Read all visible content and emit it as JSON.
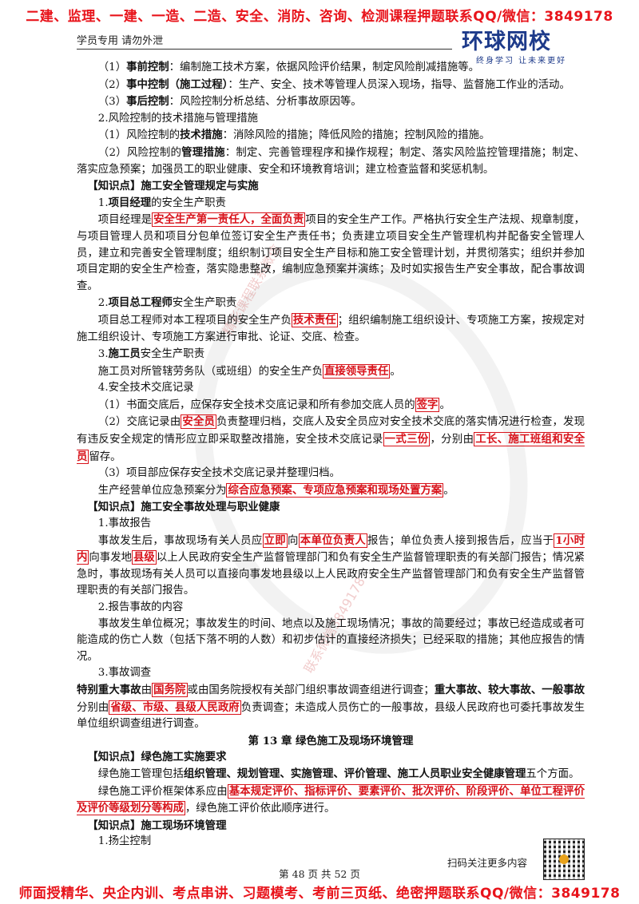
{
  "banner_top": "二建、监理、一建、一造、二造、安全、消防、咨询、检测课程押题联系QQ/微信：3849178",
  "header": {
    "left": "学员专用 请勿外泄",
    "logo_main": "环球网校",
    "logo_sub": "终身学习 让未来更好"
  },
  "watermarks": [
    "精彩课程联系微信",
    "联系微信3849178"
  ],
  "p1": {
    "a": "（1）",
    "b": "事前控制",
    "c": "：编制施工技术方案，依据风险评价结果，制定风险削减措施等。"
  },
  "p2": {
    "a": "（2）",
    "b": "事中控制（施工过程）",
    "c": "：生产、安全、技术等管理人员深入现场，指导、监督施工作业的活动。"
  },
  "p3": {
    "a": "（3）",
    "b": "事后控制",
    "c": "：风险控制分析总结、分析事故原因等。"
  },
  "p4": "2.风险控制的技术措施与管理措施",
  "p5": {
    "a": "（1）风险控制的",
    "b": "技术措施",
    "c": "：消除风险的措施；降低风险的措施；控制风险的措施。"
  },
  "p6": {
    "a": "（2）风险控制的",
    "b": "管理措施",
    "c": "：制定、完善管理程序和操作规程；制定、落实风险监控管理措施；制定、落实应急预案；加强员工的职业健康、安全和环境教育培训；建立检查监督和奖惩机制。"
  },
  "k1": "【知识点】施工安全管理规定与实施",
  "s1": {
    "a": "1.",
    "b": "项目经理",
    "c": "的安全生产职责"
  },
  "s1p": {
    "a": "项目经理是",
    "hl": "安全生产第一责任人，全面负责",
    "c": "项目的安全生产工作。严格执行安全生产法规、规章制度，与项目管理人员和项目分包单位签订安全生产责任书；负责建立项目安全生产管理机构并配备安全管理人员，建立和完善安全管理制度；组织制订项目安全生产目标和施工安全管理计划，并贯彻落实；组织并参加项目定期的安全生产检查，落实隐患整改，编制应急预案并演练；及时如实报告生产安全事故，配合事故调查。"
  },
  "s2": {
    "a": "2.",
    "b": "项目总工程师",
    "c": "安全生产职责"
  },
  "s2p": {
    "a": "项目总工程师对本工程项目的安全生产负",
    "hl": "技术责任",
    "c": "；组织编制施工组织设计、专项施工方案，按规定对施工组织设计、专项施工方案进行审批、论证、交底、检查。"
  },
  "s3": {
    "a": "3.",
    "b": "施工员",
    "c": "安全生产职责"
  },
  "s3p": {
    "a": "施工员对所管辖劳务队（或班组）的安全生产负",
    "hl": "直接领导责任",
    "c": "。"
  },
  "s4": "4.安全技术交底记录",
  "s4a": {
    "a": "（1）书面交底后，应保存安全技术交底记录和所有参加交底人员的",
    "hl": "签字",
    "c": "。"
  },
  "s4b": {
    "a": "（2）交底记录由",
    "hl1": "安全员",
    "b": "负责整理归档，交底人及安全员应对安全技术交底的落实情况进行检查，发现有违反安全规定的情形应立即采取整改措施，安全技术交底记录",
    "hl2": "一式三份",
    "c": "，分别由",
    "hl3": "工长、施工班组和安全员",
    "d": "留存。"
  },
  "s4c": "（3）项目部应保存安全技术交底记录并整理归档。",
  "s5": {
    "a": "生产经营单位应急预案分为",
    "hl": "综合应急预案、专项应急预案和现场处置方案",
    "c": "。"
  },
  "k2": "【知识点】施工安全事故处理与职业健康",
  "r1": "1.事故报告",
  "r1p": {
    "a": "事故发生后，事故现场有关人员应",
    "hl1": "立即",
    "b": "向",
    "hl2": "本单位负责人",
    "c": "报告；单位负责人接到报告后，应当于",
    "hl3": "1小时内",
    "d": "向事发地",
    "hl4": "县级",
    "e": "以上人民政府安全生产监督管理部门和负有安全生产监督管理职责的有关部门报告；情况紧急时，事故现场有关人员可以直接向事发地县级以上人民政府安全生产监督管理部门和负有安全生产监督管理职责的有关部门报告。"
  },
  "r2": "2.报告事故的内容",
  "r2p": "事故发生单位概况；事故发生的时间、地点以及施工现场情况；事故的简要经过；事故已经造成或者可能造成的伤亡人数（包括下落不明的人数）和初步估计的直接经济损失；已经采取的措施；其他应报告的情况。",
  "r3": "3.事故调查",
  "r3p": {
    "b1": "特别重大事故",
    "a": "由",
    "hl1": "国务院",
    "c": "或由国务院授权有关部门组织事故调查组进行调查；",
    "b2": "重大事故、较大事故、一般事故",
    "d": "分别由",
    "hl2": "省级、市级、县级人民政府",
    "e": "负责调查；未造成人员伤亡的一般事故，县级人民政府也可委托事故发生单位组织调查组进行调查。"
  },
  "chapter": "第 13 章  绿色施工及现场环境管理",
  "k3": "【知识点】绿色施工实施要求",
  "g1": {
    "a": "绿色施工管理包括",
    "b": "组织管理、规划管理、实施管理、评价管理、施工人员职业安全健康管理",
    "c": "五个方面。"
  },
  "g2": {
    "a": "绿色施工评价框架体系应由",
    "hl": "基本规定评价、指标评价、要素评价、批次评价、阶段评价、单位工程评价及评价等级划分等构成",
    "c": "，绿色施工评价依此顺序进行。"
  },
  "k4": "【知识点】施工现场环境管理",
  "e1": "1.扬尘控制",
  "footer": {
    "qr_text": "扫码关注更多内容",
    "page": "第 48 页 共 52 页"
  },
  "banner_bottom": "师面授精华、央企内训、考点串讲、习题模考、考前三页纸、绝密押题联系QQ/微信：3849178"
}
